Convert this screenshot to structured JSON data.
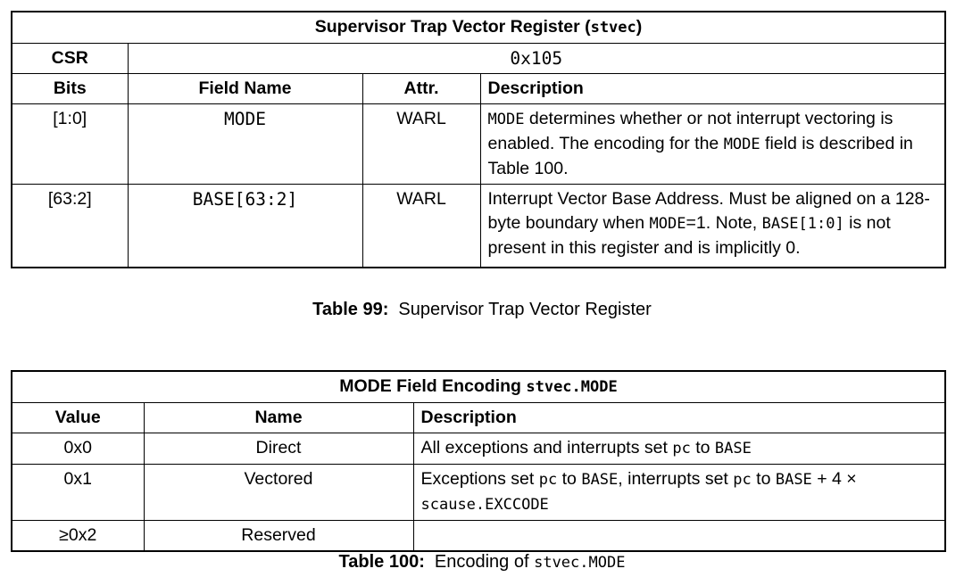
{
  "document": {
    "type": "riscv-csr-register-spec",
    "tables": [
      {
        "id": "stvec",
        "title_text": "Supervisor Trap Vector Register (",
        "title_mono": "stvec",
        "title_suffix": ")",
        "csr_label": "CSR",
        "csr_value": "0x105",
        "columns": [
          "Bits",
          "Field Name",
          "Attr.",
          "Description"
        ],
        "rows": [
          {
            "bits": "[1:0]",
            "field_name": "MODE",
            "attr": "WARL",
            "description_parts": [
              {
                "text": "MODE",
                "mono": true
              },
              {
                "text": " determines whether or not interrupt vectoring is enabled. The encoding for the ",
                "mono": false
              },
              {
                "text": "MODE",
                "mono": true
              },
              {
                "text": " field is described in Table 100.",
                "mono": false
              }
            ]
          },
          {
            "bits": "[63:2]",
            "field_name": "BASE[63:2]",
            "attr": "WARL",
            "description_parts": [
              {
                "text": "Interrupt Vector Base Address. Must be aligned on a 128-byte boundary when ",
                "mono": false
              },
              {
                "text": "MODE",
                "mono": true
              },
              {
                "text": "=1. Note, ",
                "mono": false
              },
              {
                "text": "BASE[1:0]",
                "mono": true
              },
              {
                "text": " is not present in this register and is implicitly 0.",
                "mono": false
              }
            ]
          }
        ],
        "caption_label": "Table 99:",
        "caption_text": "Supervisor Trap Vector Register"
      },
      {
        "id": "mode-encoding",
        "title_text": "MODE Field Encoding ",
        "title_mono": "stvec.MODE",
        "title_suffix": "",
        "columns": [
          "Value",
          "Name",
          "Description"
        ],
        "rows": [
          {
            "value": "0x0",
            "name": "Direct",
            "shaded": false,
            "description_parts": [
              {
                "text": "All exceptions and interrupts set ",
                "mono": false
              },
              {
                "text": "pc",
                "mono": true
              },
              {
                "text": " to ",
                "mono": false
              },
              {
                "text": "BASE",
                "mono": true
              }
            ]
          },
          {
            "value": "0x1",
            "name": "Vectored",
            "shaded": false,
            "description_parts": [
              {
                "text": "Exceptions set ",
                "mono": false
              },
              {
                "text": "pc",
                "mono": true
              },
              {
                "text": " to ",
                "mono": false
              },
              {
                "text": "BASE",
                "mono": true
              },
              {
                "text": ", interrupts set ",
                "mono": false
              },
              {
                "text": "pc",
                "mono": true
              },
              {
                "text": " to ",
                "mono": false
              },
              {
                "text": "BASE",
                "mono": true
              },
              {
                "text": " + 4 × ",
                "mono": false
              },
              {
                "text": "scause.EXCCODE",
                "mono": true
              }
            ]
          },
          {
            "value": "≥0x2",
            "name": "Reserved",
            "shaded": true,
            "description_parts": []
          }
        ],
        "caption_label": "Table 100:",
        "caption_text": "Encoding of ",
        "caption_mono": "stvec.MODE"
      }
    ]
  },
  "colors": {
    "border": "#000000",
    "shaded_cell": "#c8c8c8",
    "background": "#ffffff",
    "text": "#000000"
  }
}
